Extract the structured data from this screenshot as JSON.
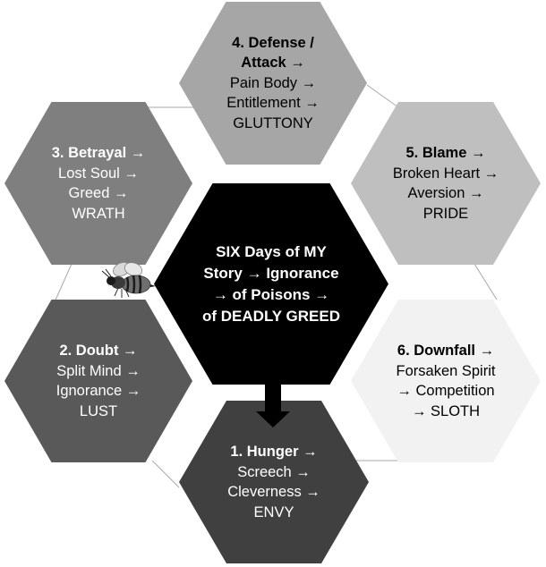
{
  "center": {
    "lines": [
      "SIX Days of MY",
      "Story → Ignorance",
      "→ of Poisons →",
      "of DEADLY GREED"
    ]
  },
  "hexes": [
    {
      "id": "hunger",
      "title": "1. Hunger →",
      "lines": [
        "Screech →",
        "Cleverness →",
        "ENVY"
      ],
      "color": "#404040",
      "text_color": "#ffffff"
    },
    {
      "id": "doubt",
      "title": "2. Doubt →",
      "lines": [
        "Split Mind →",
        "Ignorance →",
        "LUST"
      ],
      "color": "#595959",
      "text_color": "#ffffff"
    },
    {
      "id": "betrayal",
      "title": "3. Betrayal →",
      "lines": [
        "Lost Soul →",
        "Greed →",
        "WRATH"
      ],
      "color": "#7f7f7f",
      "text_color": "#ffffff"
    },
    {
      "id": "defense",
      "title": "4. Defense /",
      "title2": "Attack →",
      "lines": [
        "Pain Body →",
        "Entitlement →",
        "GLUTTONY"
      ],
      "color": "#a6a6a6",
      "text_color": "#000000"
    },
    {
      "id": "blame",
      "title": "5. Blame →",
      "lines": [
        "Broken Heart →",
        "Aversion →",
        "PRIDE"
      ],
      "color": "#bfbfbf",
      "text_color": "#000000"
    },
    {
      "id": "downfall",
      "title": "6. Downfall →",
      "lines": [
        "Forsaken Spirit",
        "→ Competition",
        "→ SLOTH"
      ],
      "color": "#f2f2f2",
      "text_color": "#000000"
    }
  ],
  "colors": {
    "center": "#000000",
    "arrow": "#000000"
  },
  "decor": {
    "bee": "bee-icon"
  }
}
